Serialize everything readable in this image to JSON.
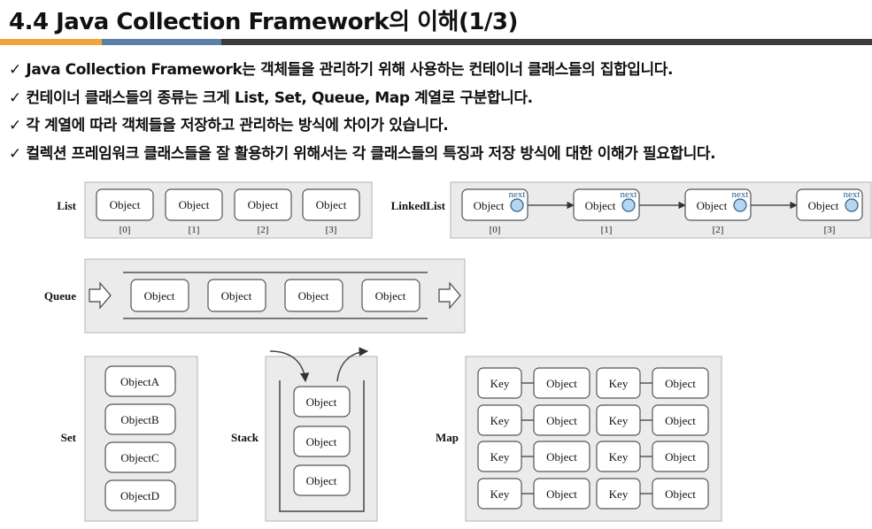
{
  "title": "4.4 Java Collection Framework의 이해(1/3)",
  "title_bar_colors": [
    "#f0a43a",
    "#5b7fa6",
    "#3b3b3b"
  ],
  "check_mark": "✓",
  "bullets": [
    "Java Collection Framework는 객체들을 관리하기 위해 사용하는 컨테이너 클래스들의 집합입니다.",
    "컨테이너 클래스들의 종류는 크게 List, Set, Queue, Map 계열로 구분합니다.",
    "각 계열에 따라 객체들을 저장하고 관리하는 방식에 차이가 있습니다.",
    "컬렉션 프레임워크 클래스들을 잘 활용하기 위해서는 각 클래스들의 특징과 저장 방식에 대한 이해가 필요합니다."
  ],
  "diagram": {
    "list": {
      "label": "List",
      "items": [
        "Object",
        "Object",
        "Object",
        "Object"
      ],
      "indexes": [
        "[0]",
        "[1]",
        "[2]",
        "[3]"
      ]
    },
    "linked_list": {
      "label": "LinkedList",
      "items": [
        "Object",
        "Object",
        "Object",
        "Object"
      ],
      "indexes": [
        "[0]",
        "[1]",
        "[2]",
        "[3]"
      ],
      "pointer": "next"
    },
    "queue": {
      "label": "Queue",
      "items": [
        "Object",
        "Object",
        "Object",
        "Object"
      ]
    },
    "set": {
      "label": "Set",
      "items": [
        "ObjectA",
        "ObjectB",
        "ObjectC",
        "ObjectD"
      ]
    },
    "stack": {
      "label": "Stack",
      "items": [
        "Object",
        "Object",
        "Object"
      ]
    },
    "map": {
      "label": "Map",
      "key": "Key",
      "value": "Object",
      "rows": 4,
      "pairs_per_row": 2
    }
  }
}
